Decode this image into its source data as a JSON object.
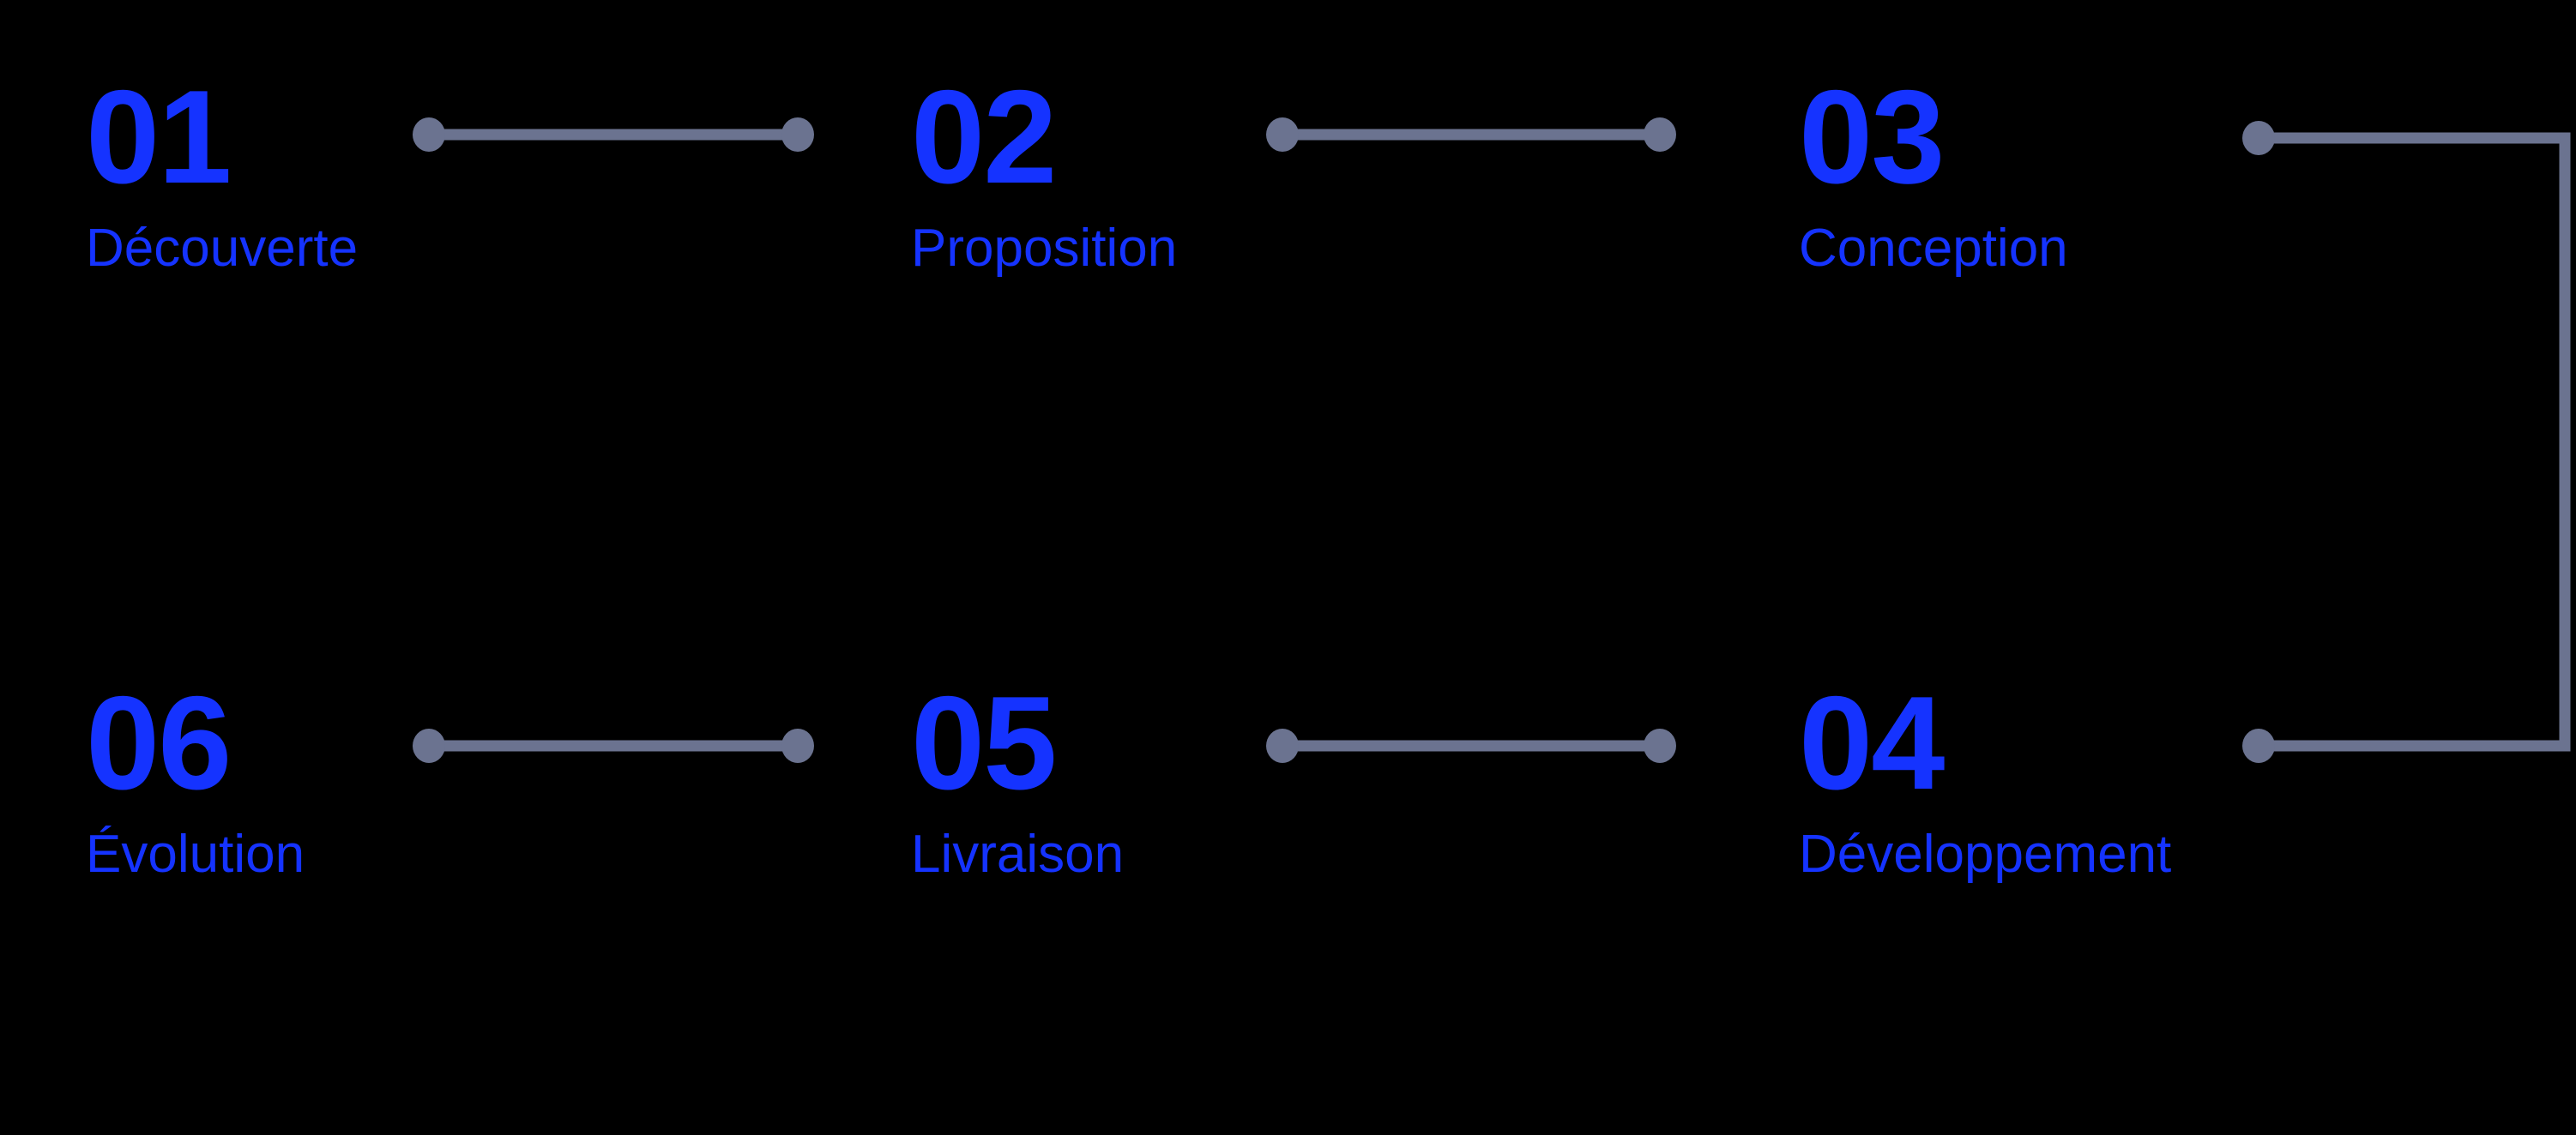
{
  "theme": {
    "background_color": "#000000",
    "accent_color": "#1533FF",
    "connector_color": "#6B7390"
  },
  "diagram": {
    "title": "",
    "type": "process-timeline",
    "direction": "serpentine-left-to-right-then-right-to-left",
    "steps": [
      {
        "number": "01",
        "label": "Découverte",
        "row": 1,
        "column": 1
      },
      {
        "number": "02",
        "label": "Proposition",
        "row": 1,
        "column": 2
      },
      {
        "number": "03",
        "label": "Conception",
        "row": 1,
        "column": 3
      },
      {
        "number": "04",
        "label": "Développement",
        "row": 2,
        "column": 3
      },
      {
        "number": "05",
        "label": "Livraison",
        "row": 2,
        "column": 2
      },
      {
        "number": "06",
        "label": "Évolution",
        "row": 2,
        "column": 1
      }
    ],
    "connectors": [
      {
        "name": "connector-01-to-02",
        "shape": "straight",
        "from_step": "01",
        "to_step": "02"
      },
      {
        "name": "connector-02-to-03",
        "shape": "straight",
        "from_step": "02",
        "to_step": "03"
      },
      {
        "name": "connector-03-to-04",
        "shape": "elbow",
        "from_step": "03",
        "to_step": "04"
      },
      {
        "name": "connector-06-to-05",
        "shape": "straight",
        "from_step": "06",
        "to_step": "05"
      },
      {
        "name": "connector-05-to-04",
        "shape": "straight",
        "from_step": "05",
        "to_step": "04"
      }
    ]
  }
}
